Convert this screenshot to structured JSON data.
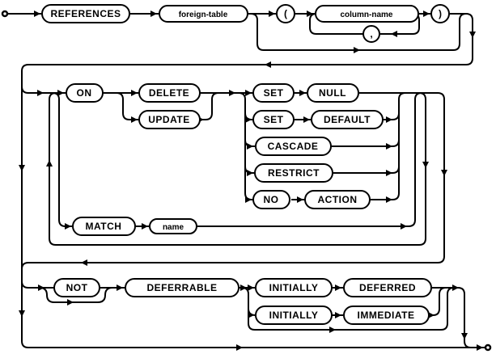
{
  "diagram": {
    "kind": "railroad-syntax-diagram",
    "colors": {
      "line": "#000000",
      "background": "#ffffff",
      "node_fill": "#ffffff",
      "text": "#000000"
    },
    "nodes": {
      "references": {
        "label": "REFERENCES",
        "type": "keyword"
      },
      "foreign_table": {
        "label": "foreign-table",
        "type": "nonterminal"
      },
      "lparen": {
        "label": "(",
        "type": "terminal"
      },
      "column_name": {
        "label": "column-name",
        "type": "nonterminal"
      },
      "comma": {
        "label": ",",
        "type": "terminal"
      },
      "rparen": {
        "label": ")",
        "type": "terminal"
      },
      "on": {
        "label": "ON",
        "type": "keyword"
      },
      "delete": {
        "label": "DELETE",
        "type": "keyword"
      },
      "update": {
        "label": "UPDATE",
        "type": "keyword"
      },
      "set1": {
        "label": "SET",
        "type": "keyword"
      },
      "null": {
        "label": "NULL",
        "type": "keyword"
      },
      "set2": {
        "label": "SET",
        "type": "keyword"
      },
      "default": {
        "label": "DEFAULT",
        "type": "keyword"
      },
      "cascade": {
        "label": "CASCADE",
        "type": "keyword"
      },
      "restrict": {
        "label": "RESTRICT",
        "type": "keyword"
      },
      "no": {
        "label": "NO",
        "type": "keyword"
      },
      "action": {
        "label": "ACTION",
        "type": "keyword"
      },
      "match": {
        "label": "MATCH",
        "type": "keyword"
      },
      "name": {
        "label": "name",
        "type": "nonterminal"
      },
      "not": {
        "label": "NOT",
        "type": "keyword"
      },
      "deferrable": {
        "label": "DEFERRABLE",
        "type": "keyword"
      },
      "initially1": {
        "label": "INITIALLY",
        "type": "keyword"
      },
      "deferred": {
        "label": "DEFERRED",
        "type": "keyword"
      },
      "initially2": {
        "label": "INITIALLY",
        "type": "keyword"
      },
      "immediate": {
        "label": "IMMEDIATE",
        "type": "keyword"
      }
    }
  }
}
